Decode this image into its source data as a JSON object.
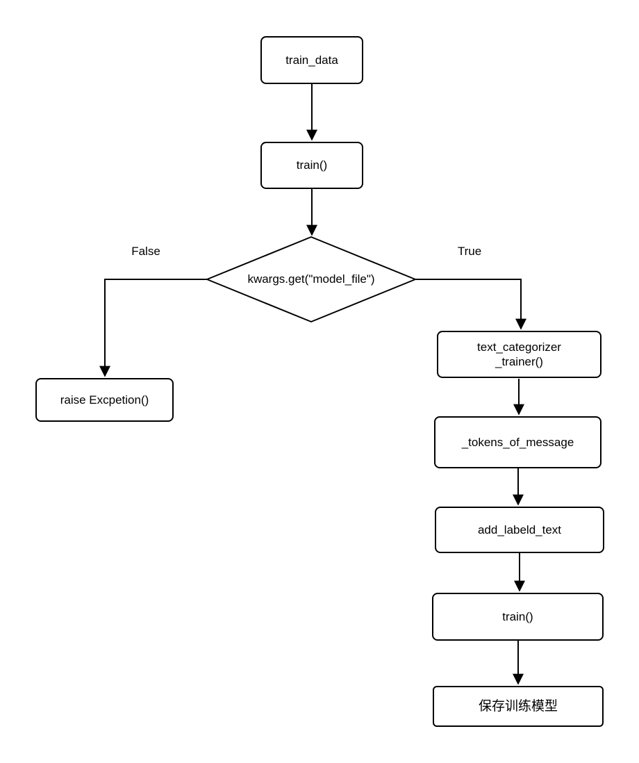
{
  "diagram": {
    "title": "text categorizer training flowchart",
    "colors": {
      "stroke": "#000000",
      "node_fill": "#ffffff",
      "text": "#000000",
      "background": "#ffffff"
    },
    "nodes": {
      "train_data": {
        "label": "train_data",
        "shape": "rect"
      },
      "train_call": {
        "label": "train()",
        "shape": "rect"
      },
      "decision": {
        "label": "kwargs.get(\"model_file\")",
        "shape": "diamond"
      },
      "raise_exception": {
        "label": "raise Excpetion()",
        "shape": "rect"
      },
      "text_categorizer_trainer": {
        "label": "text_categorizer\n_trainer()",
        "shape": "rect"
      },
      "tokens_of_message": {
        "label": "_tokens_of_message",
        "shape": "rect"
      },
      "add_labeld_text": {
        "label": "add_labeld_text",
        "shape": "rect"
      },
      "train_call_2": {
        "label": "train()",
        "shape": "rect"
      },
      "save_model": {
        "label": "保存训练模型",
        "shape": "rect"
      }
    },
    "edge_labels": {
      "false_label": "False",
      "true_label": "True"
    },
    "edges": [
      {
        "from": "train_data",
        "to": "train_call"
      },
      {
        "from": "train_call",
        "to": "decision"
      },
      {
        "from": "decision",
        "to": "raise_exception",
        "label": "False"
      },
      {
        "from": "decision",
        "to": "text_categorizer_trainer",
        "label": "True"
      },
      {
        "from": "text_categorizer_trainer",
        "to": "tokens_of_message"
      },
      {
        "from": "tokens_of_message",
        "to": "add_labeld_text"
      },
      {
        "from": "add_labeld_text",
        "to": "train_call_2"
      },
      {
        "from": "train_call_2",
        "to": "save_model"
      }
    ]
  }
}
